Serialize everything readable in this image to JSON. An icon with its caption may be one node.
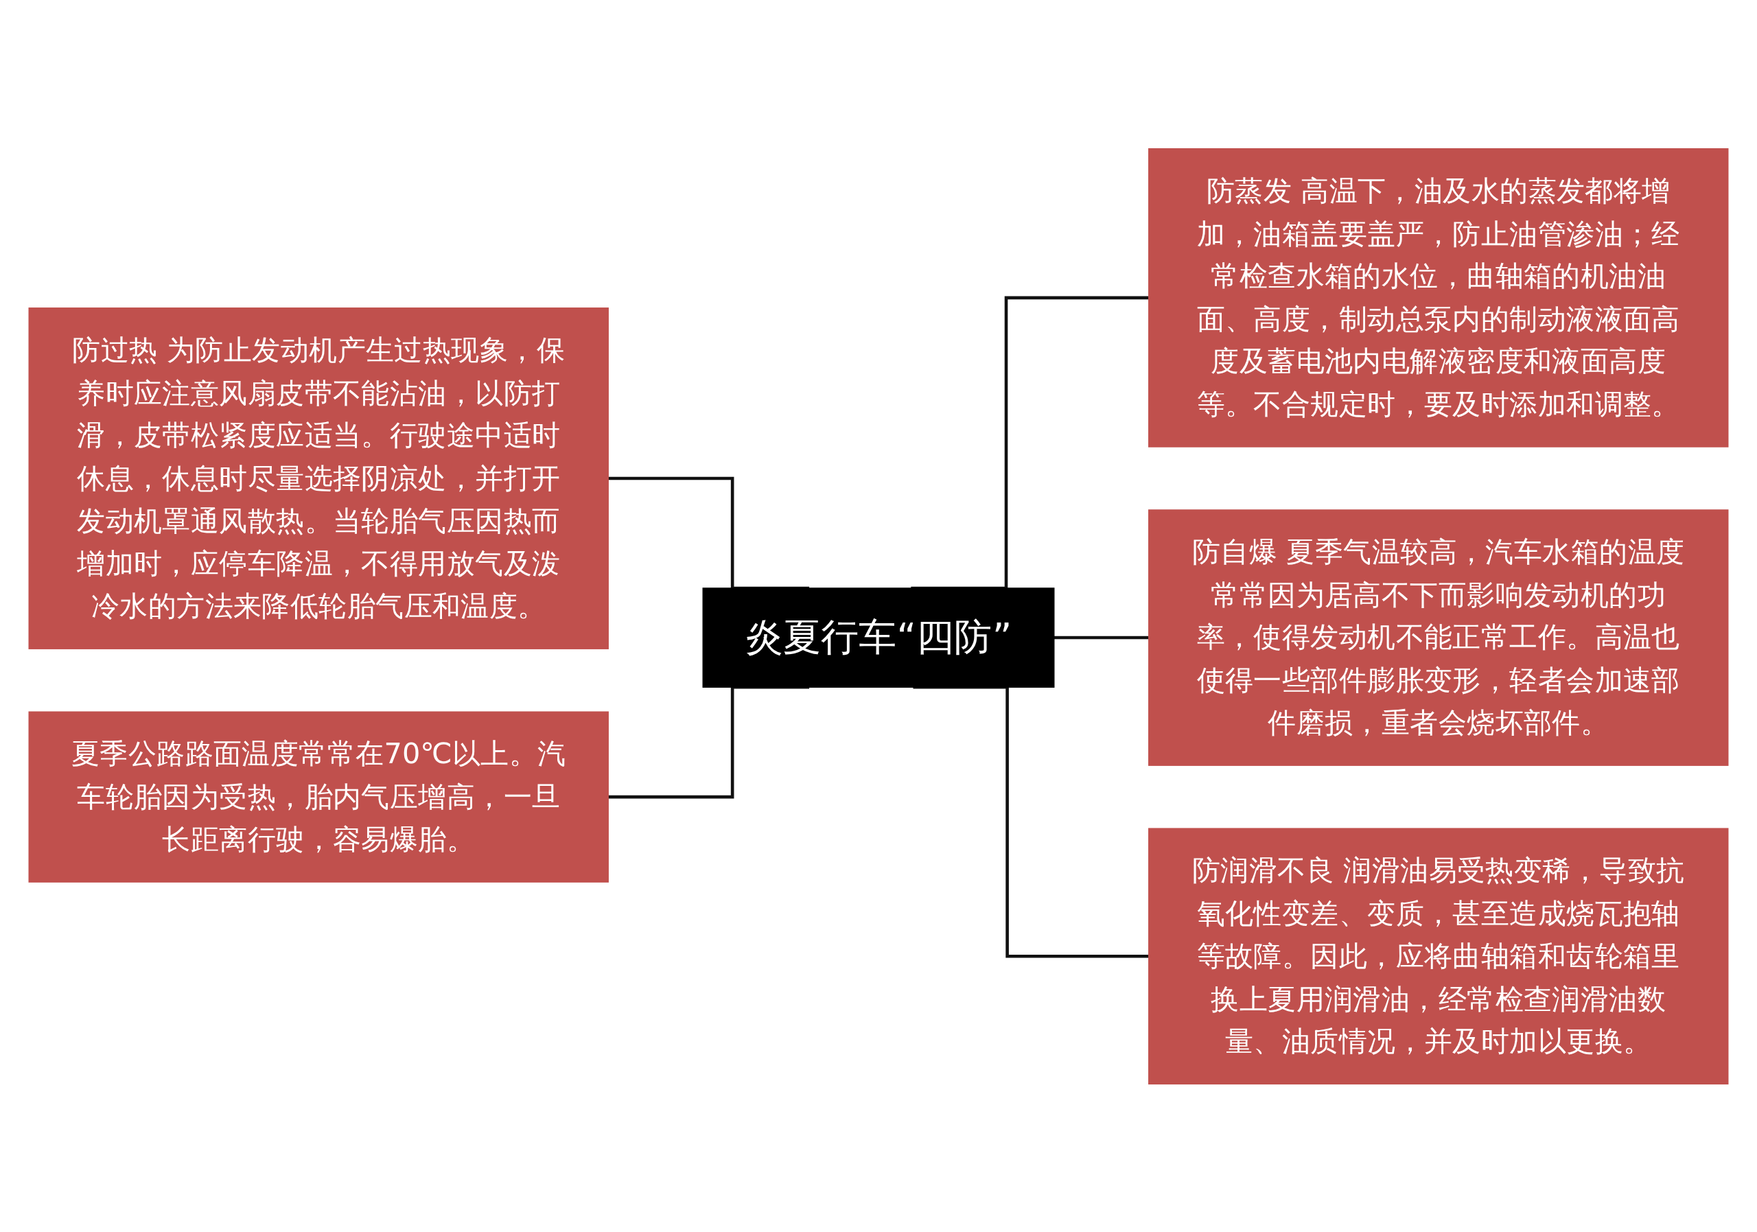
{
  "diagram": {
    "nodes": [
      {
        "text": [
          "炎夏行车“四防”"
        ]
      },
      {
        "text": [
          "防过热 为防止发动机产生过热现象，保养时应注意风扇皮带不能沾油，以防打滑，皮带松紧度应适当。行驶途中适时休息，休息时尽量选择阴凉处，并打开发动机罩通风散热。当轮胎气压因热而增加时，应停车降温，不得用放气及泼冷水的方法来降低轮胎气压和温度。"
        ]
      },
      {
        "text": [
          "夏季公路路面温度常常在70℃以上。汽车轮胎因为受热，胎内气压增高，一旦长距离行驶，容易爆胎。"
        ]
      },
      {
        "text": [
          "防蒸发 高温下，油及水的蒸发都将增加，油箱盖要盖严，防止油管渗油；经常检查水箱的水位，曲轴箱的机油油面、高度，制动总泵内的制动液液面高度及蓄电池内电解液密度和液面高度等。不合规定时，要及时添加和调整。"
        ]
      },
      {
        "text": [
          "防自爆 夏季气温较高，汽车水箱的温度常常因为居高不下而影响发动机的功率，使得发动机不能正常工作。高温也使得一些部件膨胀变形，轻者会加速部件磨损，重者会烧坏部件。"
        ]
      },
      {
        "text": [
          "防润滑不良 润滑油易受热变稀，导致抗氧化性变差、变质，甚至造成烧瓦抱轴等故障。因此，应将曲轴箱和齿轮箱里换上夏用润滑油，经常检查润滑油数量、油质情况，并及时加以更换。"
        ]
      }
    ],
    "edges": [
      {
        "from": 0,
        "to": 1,
        "arrow": "none"
      },
      {
        "from": 0,
        "to": 2,
        "arrow": "none"
      },
      {
        "from": 0,
        "to": 3,
        "arrow": "none"
      },
      {
        "from": 0,
        "to": 4,
        "arrow": "none"
      },
      {
        "from": 0,
        "to": 5,
        "arrow": "none"
      }
    ]
  }
}
